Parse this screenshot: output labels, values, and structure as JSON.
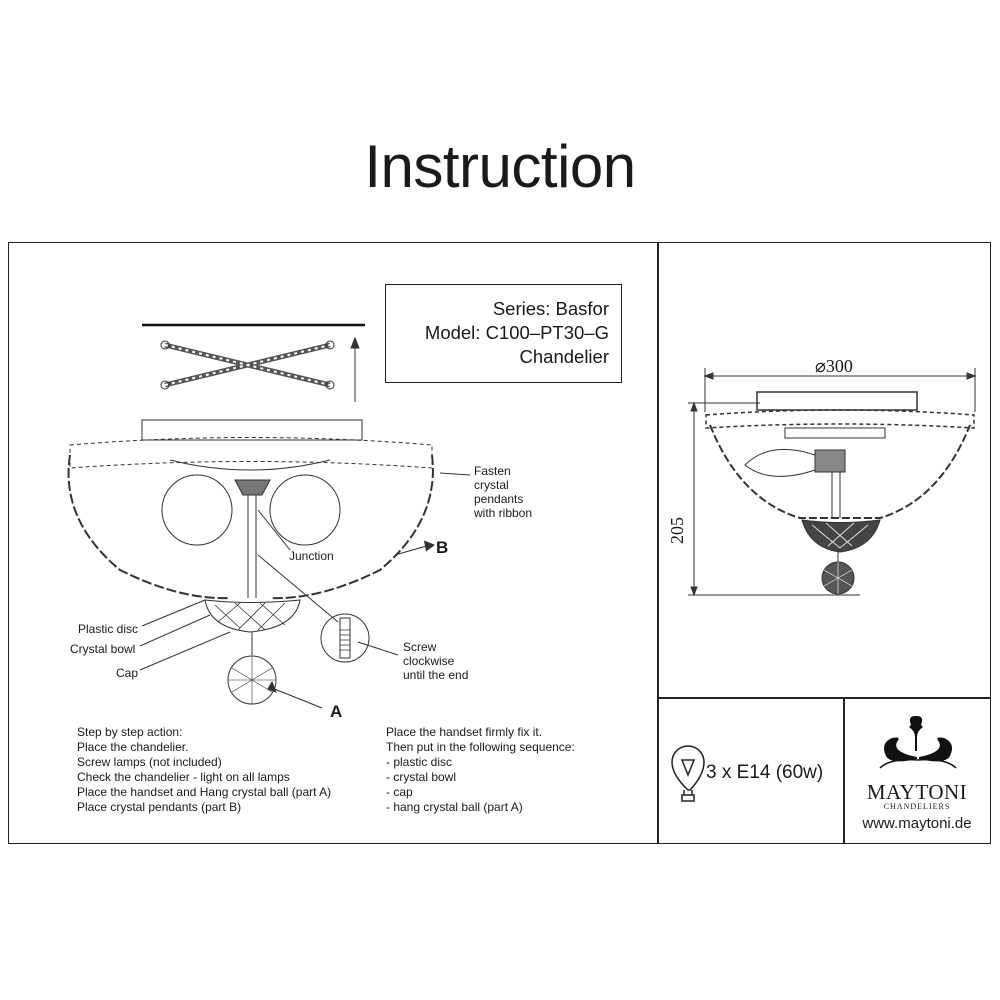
{
  "title": "Instruction",
  "info": {
    "series": "Series: Basfor",
    "model": "Model: C100–PT30–G",
    "type": "Chandelier"
  },
  "labels": {
    "fasten": [
      "Fasten",
      "crystal",
      "pendants",
      "with ribbon"
    ],
    "part_b": "B",
    "part_a": "A",
    "junction": "Junction",
    "plastic_disc": "Plastic disc",
    "crystal_bowl": "Crystal bowl",
    "cap": "Cap",
    "screw": [
      "Screw",
      "clockwise",
      "until the end"
    ]
  },
  "steps_left": [
    "Step by step action:",
    "Place the chandelier.",
    "Screw lamps (not included)",
    "Check the chandelier - light on all lamps",
    "Place the handset and Hang crystal ball (part A)",
    "Place crystal pendants (part B)"
  ],
  "steps_right": [
    "Place the handset firmly fix it.",
    "Then put in the following sequence:",
    "- plastic disc",
    "- crystal bowl",
    "- cap",
    "- hang crystal ball (part A)"
  ],
  "dimensions": {
    "diameter": "⌀300",
    "height": "205"
  },
  "lamp": {
    "icon": "bulb-icon",
    "spec": "3 x E14 (60w)"
  },
  "brand": {
    "name": "MAYTONI",
    "sub": "CHANDELIERS",
    "url": "www.maytoni.de"
  }
}
